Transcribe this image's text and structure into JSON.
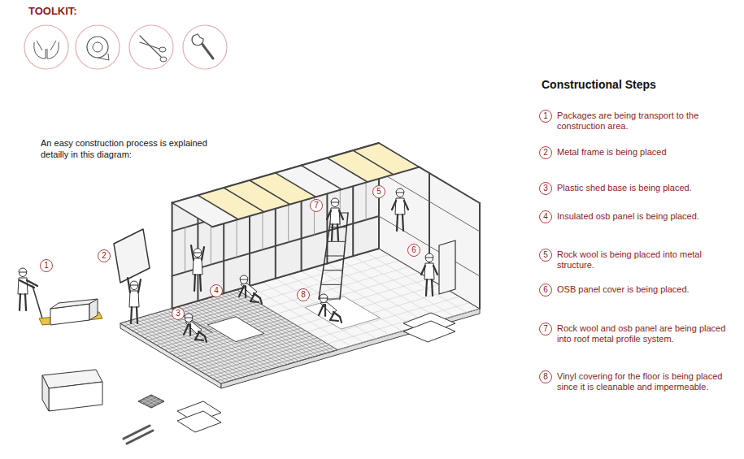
{
  "diagram": {
    "nodes": [
      {
        "text": [
          "1"
        ]
      },
      {
        "text": [
          "2"
        ]
      },
      {
        "text": [
          "3"
        ]
      },
      {
        "text": [
          "4"
        ]
      },
      {
        "text": [
          "5"
        ]
      },
      {
        "text": [
          "6"
        ]
      },
      {
        "text": [
          "7"
        ]
      },
      {
        "text": [
          "8"
        ]
      },
      {
        "text": [
          "1"
        ]
      },
      {
        "text": [
          "2"
        ]
      },
      {
        "text": [
          "3"
        ]
      },
      {
        "text": [
          "4"
        ]
      },
      {
        "text": [
          "5"
        ]
      },
      {
        "text": [
          "6"
        ]
      },
      {
        "text": [
          "7"
        ]
      },
      {
        "text": [
          "8"
        ]
      }
    ],
    "labels": [
      "TOOLKIT:",
      "An easy construction process is explained detailly in this diagram:",
      "Constructional Steps",
      "Packages are being transport to the construction area.",
      "Metal frame is being placed",
      "Plastic shed base is being placed.",
      "Insulated osb panel is being placed.",
      "Rock wool is being placed into metal structure.",
      "OSB panel cover is being placed.",
      "Rock wool and osb panel are being placed into roof metal profile system.",
      "Vinyl covering for the floor is being placed since it is cleanable and impermeable."
    ]
  }
}
